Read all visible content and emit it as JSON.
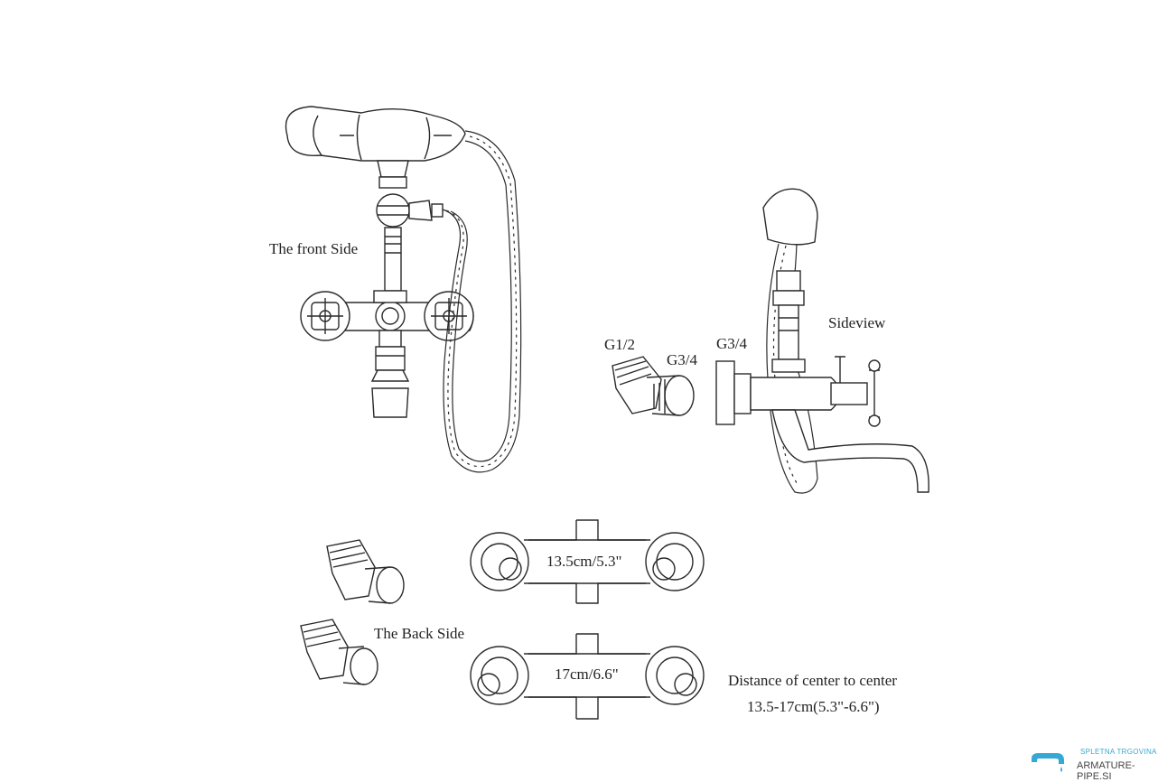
{
  "labels": {
    "front_side": "The front Side",
    "sideview": "Sideview",
    "g12": "G1/2",
    "g34_left": "G3/4",
    "g34_right": "G3/4",
    "back_side": "The Back Side",
    "dim1": "13.5cm/5.3\"",
    "dim2": "17cm/6.6\"",
    "distance_line1": "Distance of center to center",
    "distance_line2": "13.5-17cm(5.3\"-6.6\")"
  },
  "watermark": {
    "tagline": "SPLETNA TRGOVINA",
    "site": "ARMATURE-PIPE.SI",
    "accent": "#35a8d6"
  }
}
